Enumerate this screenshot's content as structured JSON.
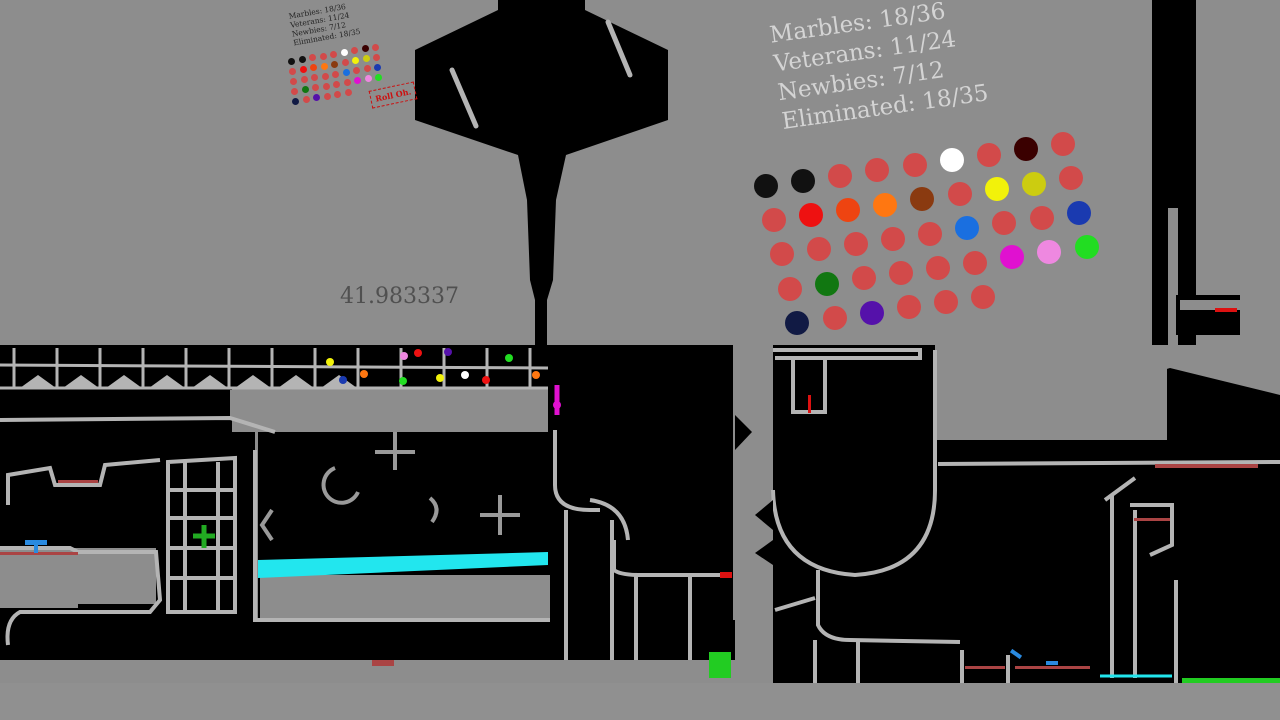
{
  "hud": {
    "marbles": "Marbles: 18/36",
    "veterans": "Veterans: 11/24",
    "newbies": "Newbies: 7/12",
    "eliminated": "Eliminated: 18/35",
    "timer": "41.983337",
    "stamp": "Roll Oh."
  },
  "mini_hud": {
    "marbles": "Marbles: 18/36",
    "veterans": "Veterans: 11/24",
    "newbies": "Newbies: 7/12",
    "eliminated": "Eliminated: 18/35"
  },
  "colors": {
    "background": "#8d8d8d",
    "track": "#000000",
    "rail": "#b4b4b4",
    "eliminated": "#d24a4a",
    "water": "#22e6ee",
    "goal": "#22cc22"
  },
  "marble_colors_large": [
    "#111111",
    "#111111",
    "#d24a4a",
    "#d24a4a",
    "#d24a4a",
    "#ffffff",
    "#d24a4a",
    "#3a0000",
    "#d24a4a",
    "#d24a4a",
    "#ee1111",
    "#ee4411",
    "#ff7711",
    "#8a3a10",
    "#d24a4a",
    "#f2f20a",
    "#cccc10",
    "#d24a4a",
    "#d24a4a",
    "#d24a4a",
    "#d24a4a",
    "#d24a4a",
    "#d24a4a",
    "#1a6fe0",
    "#d24a4a",
    "#d24a4a",
    "#1a3ab0",
    "#d24a4a",
    "#117711",
    "#d24a4a",
    "#d24a4a",
    "#d24a4a",
    "#d24a4a",
    "#e011d0",
    "#ee88e0",
    "#22dd22",
    "#111a44",
    "#d24a4a",
    "#5511aa",
    "#d24a4a",
    "#d24a4a",
    "#d24a4a"
  ]
}
